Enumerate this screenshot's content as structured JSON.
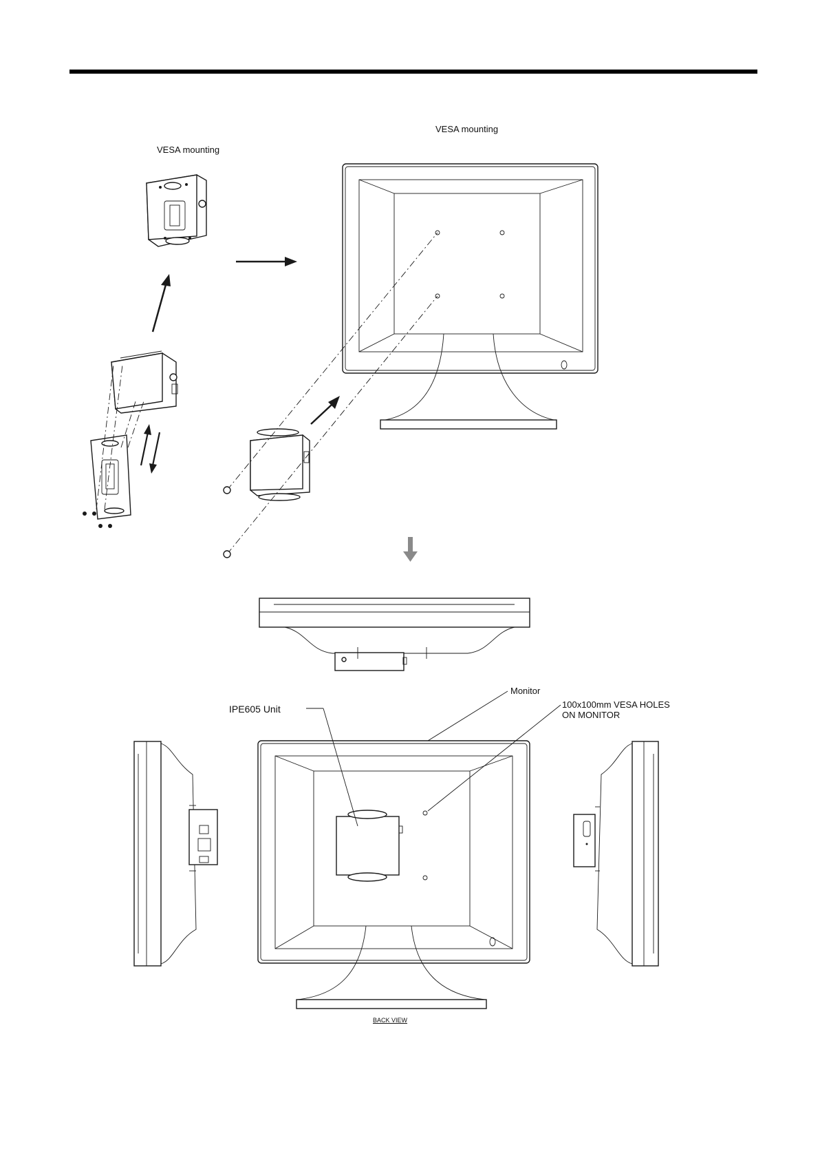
{
  "labels": {
    "vesa_left": "VESA mounting",
    "vesa_right": "VESA mounting",
    "monitor": "Monitor",
    "ipe_unit": "IPE605  Unit",
    "vesa_holes_line1": "100x100mm  VESA HOLES",
    "vesa_holes_line2": "ON MONITOR",
    "back_view": "BACK VIEW"
  }
}
